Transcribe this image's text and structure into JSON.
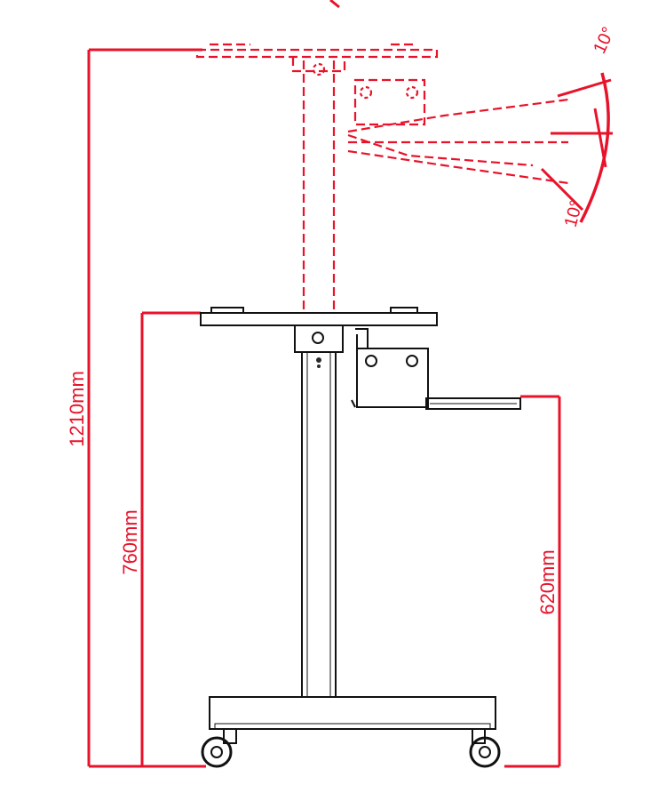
{
  "dimensions": {
    "total_height": "1210mm",
    "desk_height": "760mm",
    "keyboard_height": "620mm"
  },
  "tilt": {
    "up_angle": "10°",
    "down_angle": "10°"
  },
  "colors": {
    "dimension": "#e8132a",
    "line": "#111111"
  }
}
